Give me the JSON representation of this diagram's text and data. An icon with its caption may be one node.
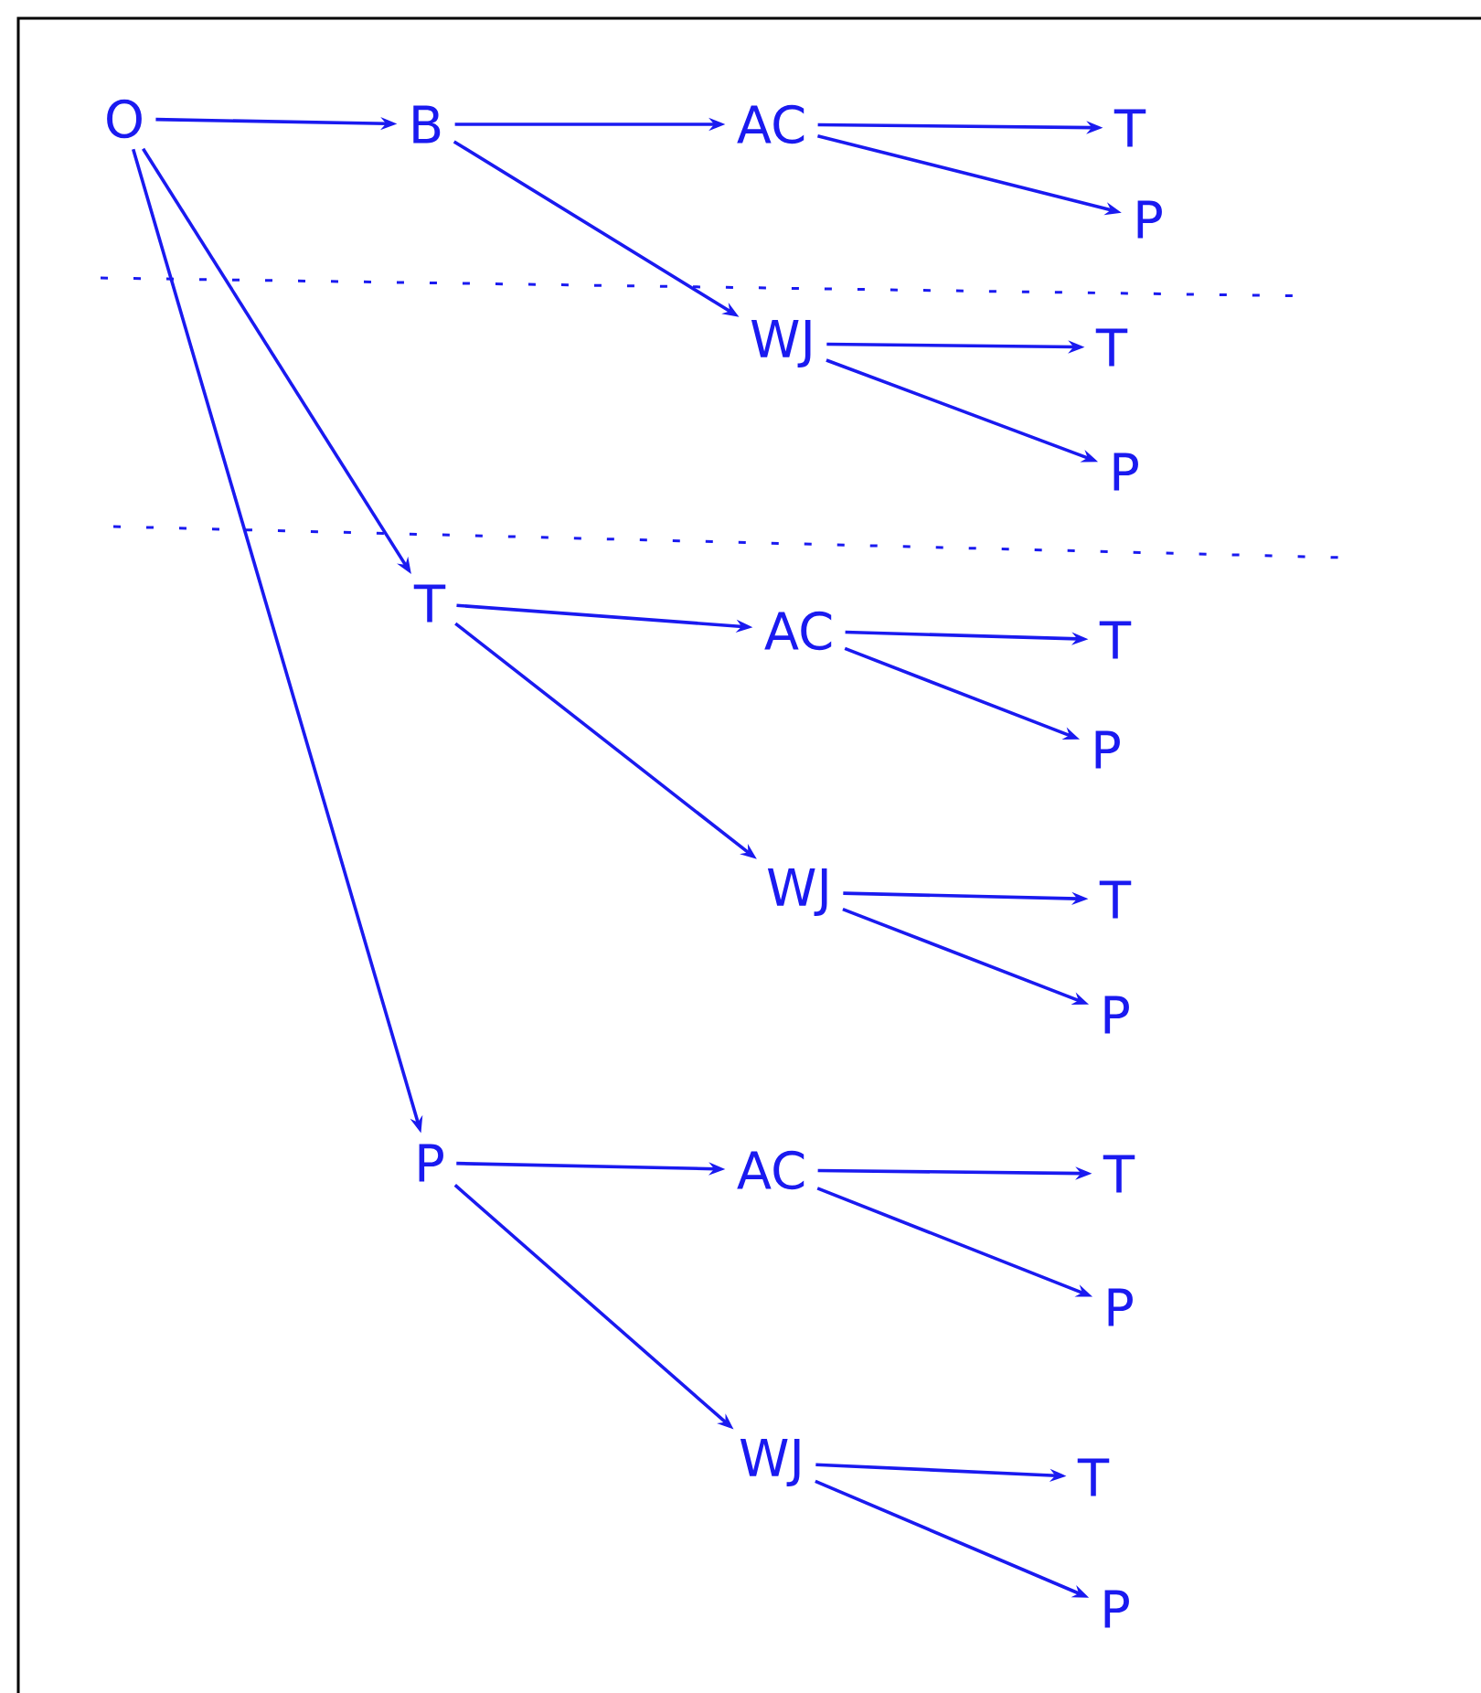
{
  "diagram": {
    "nodes": [
      {
        "text": [
          "O"
        ]
      },
      {
        "text": [
          "B"
        ]
      },
      {
        "text": [
          "AC"
        ]
      },
      {
        "text": [
          "T"
        ]
      },
      {
        "text": [
          "P"
        ]
      },
      {
        "text": [
          "WJ"
        ]
      },
      {
        "text": [
          "T"
        ]
      },
      {
        "text": [
          "P"
        ]
      },
      {
        "text": [
          "T"
        ]
      },
      {
        "text": [
          "AC"
        ]
      },
      {
        "text": [
          "T"
        ]
      },
      {
        "text": [
          "P"
        ]
      },
      {
        "text": [
          "WJ"
        ]
      },
      {
        "text": [
          "T"
        ]
      },
      {
        "text": [
          "P"
        ]
      },
      {
        "text": [
          "P"
        ]
      },
      {
        "text": [
          "AC"
        ]
      },
      {
        "text": [
          "T"
        ]
      },
      {
        "text": [
          "P"
        ]
      },
      {
        "text": [
          "WJ"
        ]
      },
      {
        "text": [
          "T"
        ]
      },
      {
        "text": [
          "P"
        ]
      }
    ],
    "edges": [
      {
        "from": 0,
        "to": 1,
        "arrow": "to"
      },
      {
        "from": 0,
        "to": 8,
        "arrow": "to"
      },
      {
        "from": 0,
        "to": 15,
        "arrow": "to"
      },
      {
        "from": 1,
        "to": 2,
        "arrow": "to"
      },
      {
        "from": 1,
        "to": 5,
        "arrow": "to"
      },
      {
        "from": 2,
        "to": 3,
        "arrow": "to"
      },
      {
        "from": 2,
        "to": 4,
        "arrow": "to"
      },
      {
        "from": 5,
        "to": 6,
        "arrow": "to"
      },
      {
        "from": 5,
        "to": 7,
        "arrow": "to"
      },
      {
        "from": 8,
        "to": 9,
        "arrow": "to"
      },
      {
        "from": 8,
        "to": 12,
        "arrow": "to"
      },
      {
        "from": 9,
        "to": 10,
        "arrow": "to"
      },
      {
        "from": 9,
        "to": 11,
        "arrow": "to"
      },
      {
        "from": 12,
        "to": 13,
        "arrow": "to"
      },
      {
        "from": 12,
        "to": 14,
        "arrow": "to"
      },
      {
        "from": 15,
        "to": 16,
        "arrow": "to"
      },
      {
        "from": 15,
        "to": 19,
        "arrow": "to"
      },
      {
        "from": 16,
        "to": 17,
        "arrow": "to"
      },
      {
        "from": 16,
        "to": 18,
        "arrow": "to"
      },
      {
        "from": 19,
        "to": 20,
        "arrow": "to"
      },
      {
        "from": 19,
        "to": 21,
        "arrow": "to"
      }
    ]
  }
}
